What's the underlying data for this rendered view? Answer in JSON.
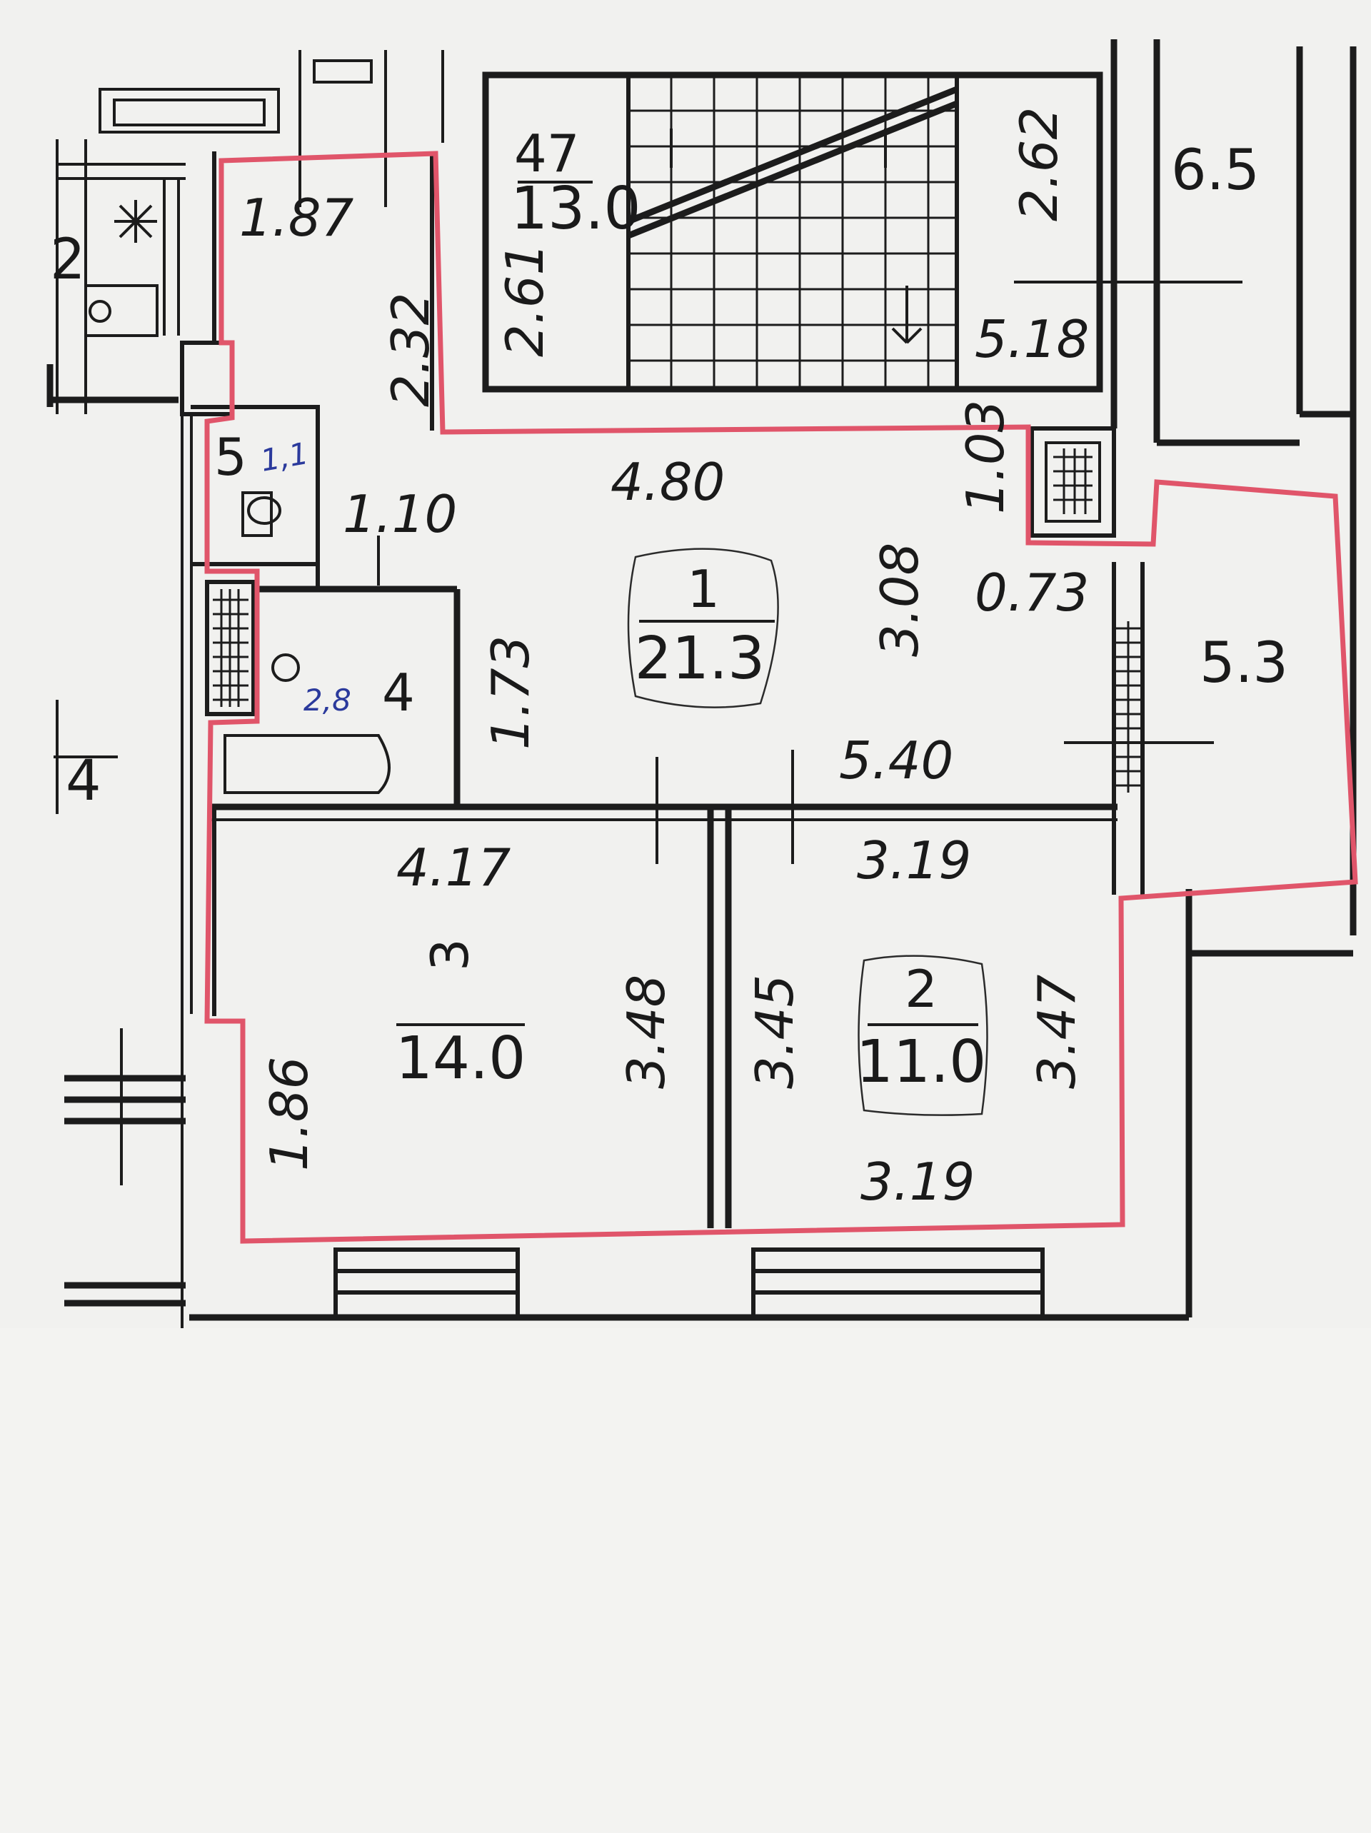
{
  "rooms": [
    {
      "id": "room-1",
      "number": "1",
      "area": "21.3"
    },
    {
      "id": "room-2",
      "number": "2",
      "area": "11.0"
    },
    {
      "id": "room-3",
      "number": "3",
      "area": "14.0"
    },
    {
      "id": "room-4",
      "number": "4"
    },
    {
      "id": "room-5",
      "number": "5"
    },
    {
      "id": "stairwell",
      "number": "47",
      "area": "13.0"
    },
    {
      "id": "balcony",
      "area": "5.3"
    },
    {
      "id": "neighbor-right",
      "area": "6.5"
    }
  ],
  "handwritten": {
    "room4_area": "2,8",
    "room5_area": "1,1"
  },
  "dimensions": {
    "hall_top_width": "1.87",
    "hall_top_height": "2.32",
    "room5_width": "1.10",
    "room1_top": "4.80",
    "room1_right": "3.08",
    "room1_bottom": "5.40",
    "niche_height": "1.03",
    "niche_width": "0.73",
    "room4_height": "1.73",
    "room3_top": "4.17",
    "room3_right": "3.48",
    "room3_left": "1.86",
    "room2_top": "3.19",
    "room2_bottom": "3.19",
    "room2_left": "3.45",
    "room2_right": "3.47",
    "stair_left": "2.61",
    "stair_right": "2.62",
    "stair_bottom": "5.18"
  },
  "fragments": {
    "left_top_label": "2",
    "left_mid_label": "4"
  },
  "colors": {
    "wall": "#1c1c1c",
    "apartment_outline": "#e0556a",
    "handwriting": "#2b3a9c",
    "paper": "#f1f1ef"
  }
}
